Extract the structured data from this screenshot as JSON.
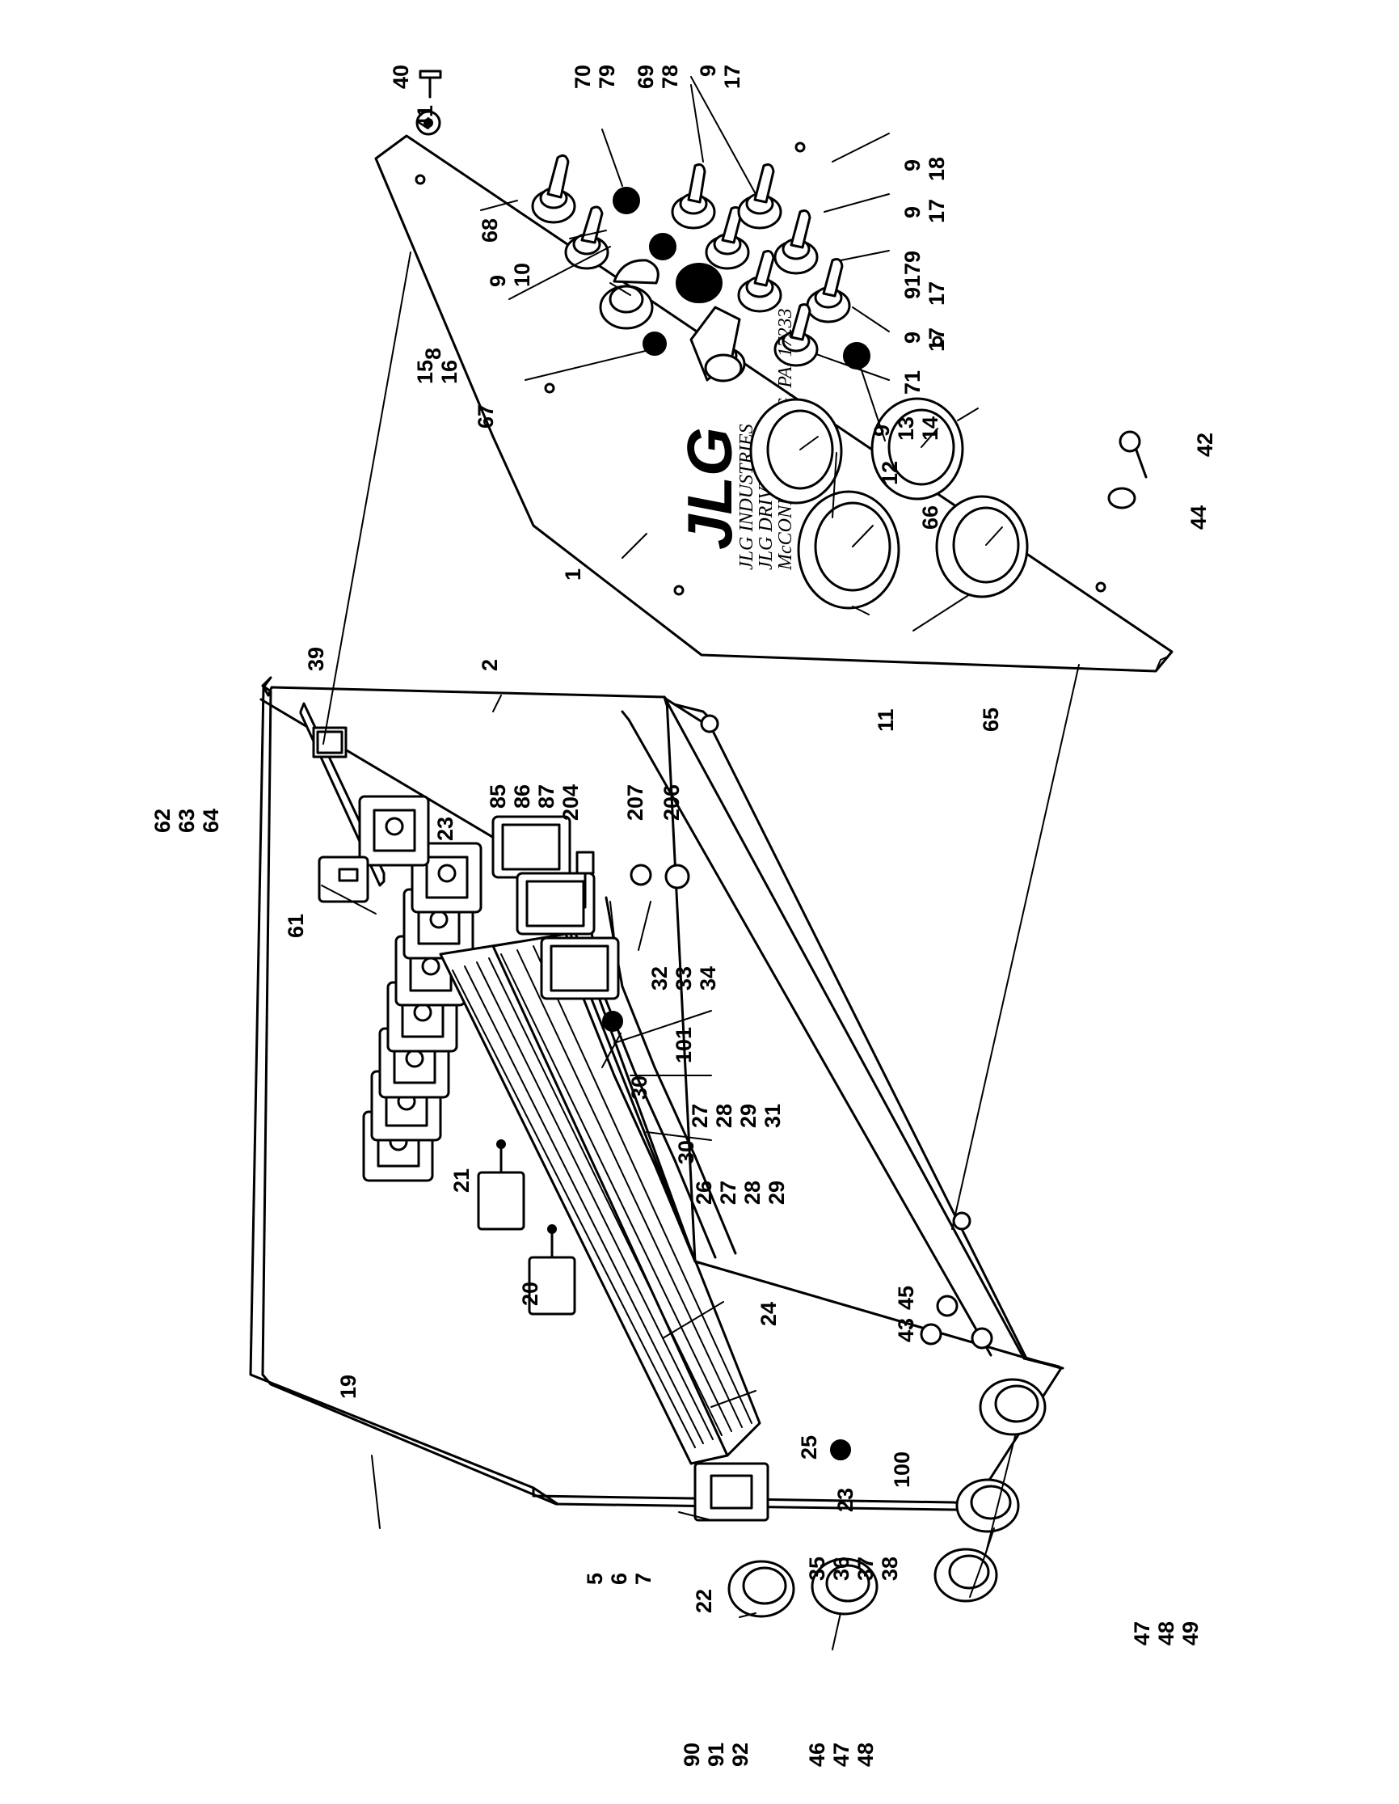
{
  "figure": {
    "nameplate": {
      "brand": "JLG",
      "line1": "JLG INDUSTRIES",
      "line2": "JLG DRIVE",
      "line3": "McCONNELLSBURG, PA. 17233"
    },
    "callouts": {
      "c1": "1",
      "c2": "2",
      "c5": "5",
      "c6": "6",
      "c7": "7",
      "c8": "8",
      "c9": "9",
      "c10": "10",
      "c9_17_a": "9",
      "c17_a": "17",
      "c9_18": "9",
      "c18": "18",
      "c9_17_b": "9",
      "c17_b": "17",
      "c9_17_c": "9",
      "c17_c": "17",
      "c9_17_d": "9",
      "c17_d": "17",
      "c9_17_e": "9",
      "c17_e": "17",
      "c9_13": "9",
      "c13": "13",
      "c14": "14",
      "c11": "11",
      "c12": "12",
      "c15": "15",
      "c16": "16",
      "c19": "19",
      "c20": "20",
      "c21": "21",
      "c22": "22",
      "c23_top": "23",
      "c23_bottom": "23",
      "c24": "24",
      "c25": "25",
      "c26": "26",
      "c27_a": "27",
      "c28_a": "28",
      "c29_a": "29",
      "c30_a": "30",
      "c27_b": "27",
      "c28_b": "28",
      "c29_b": "29",
      "c31": "31",
      "c30_b": "30",
      "c32": "32",
      "c33": "33",
      "c34": "34",
      "c35": "35",
      "c36": "36",
      "c37": "37",
      "c38": "38",
      "c39": "39",
      "c40": "40",
      "c41": "41",
      "c42": "42",
      "c43": "43",
      "c44": "44",
      "c45": "45",
      "c46": "46",
      "c47_a": "47",
      "c48_a": "48",
      "c47_b": "47",
      "c48_b": "48",
      "c49": "49",
      "c61": "61",
      "c62": "62",
      "c63": "63",
      "c64": "64",
      "c65": "65",
      "c66": "66",
      "c67": "67",
      "c68": "68",
      "c69": "69",
      "c78": "78",
      "c70": "70",
      "c79": "79",
      "c71": "71",
      "c85": "85",
      "c86": "86",
      "c87": "87",
      "c90": "90",
      "c91": "91",
      "c92": "92",
      "c100": "100",
      "c101": "101",
      "c204": "204",
      "c206": "206",
      "c207": "207"
    }
  }
}
